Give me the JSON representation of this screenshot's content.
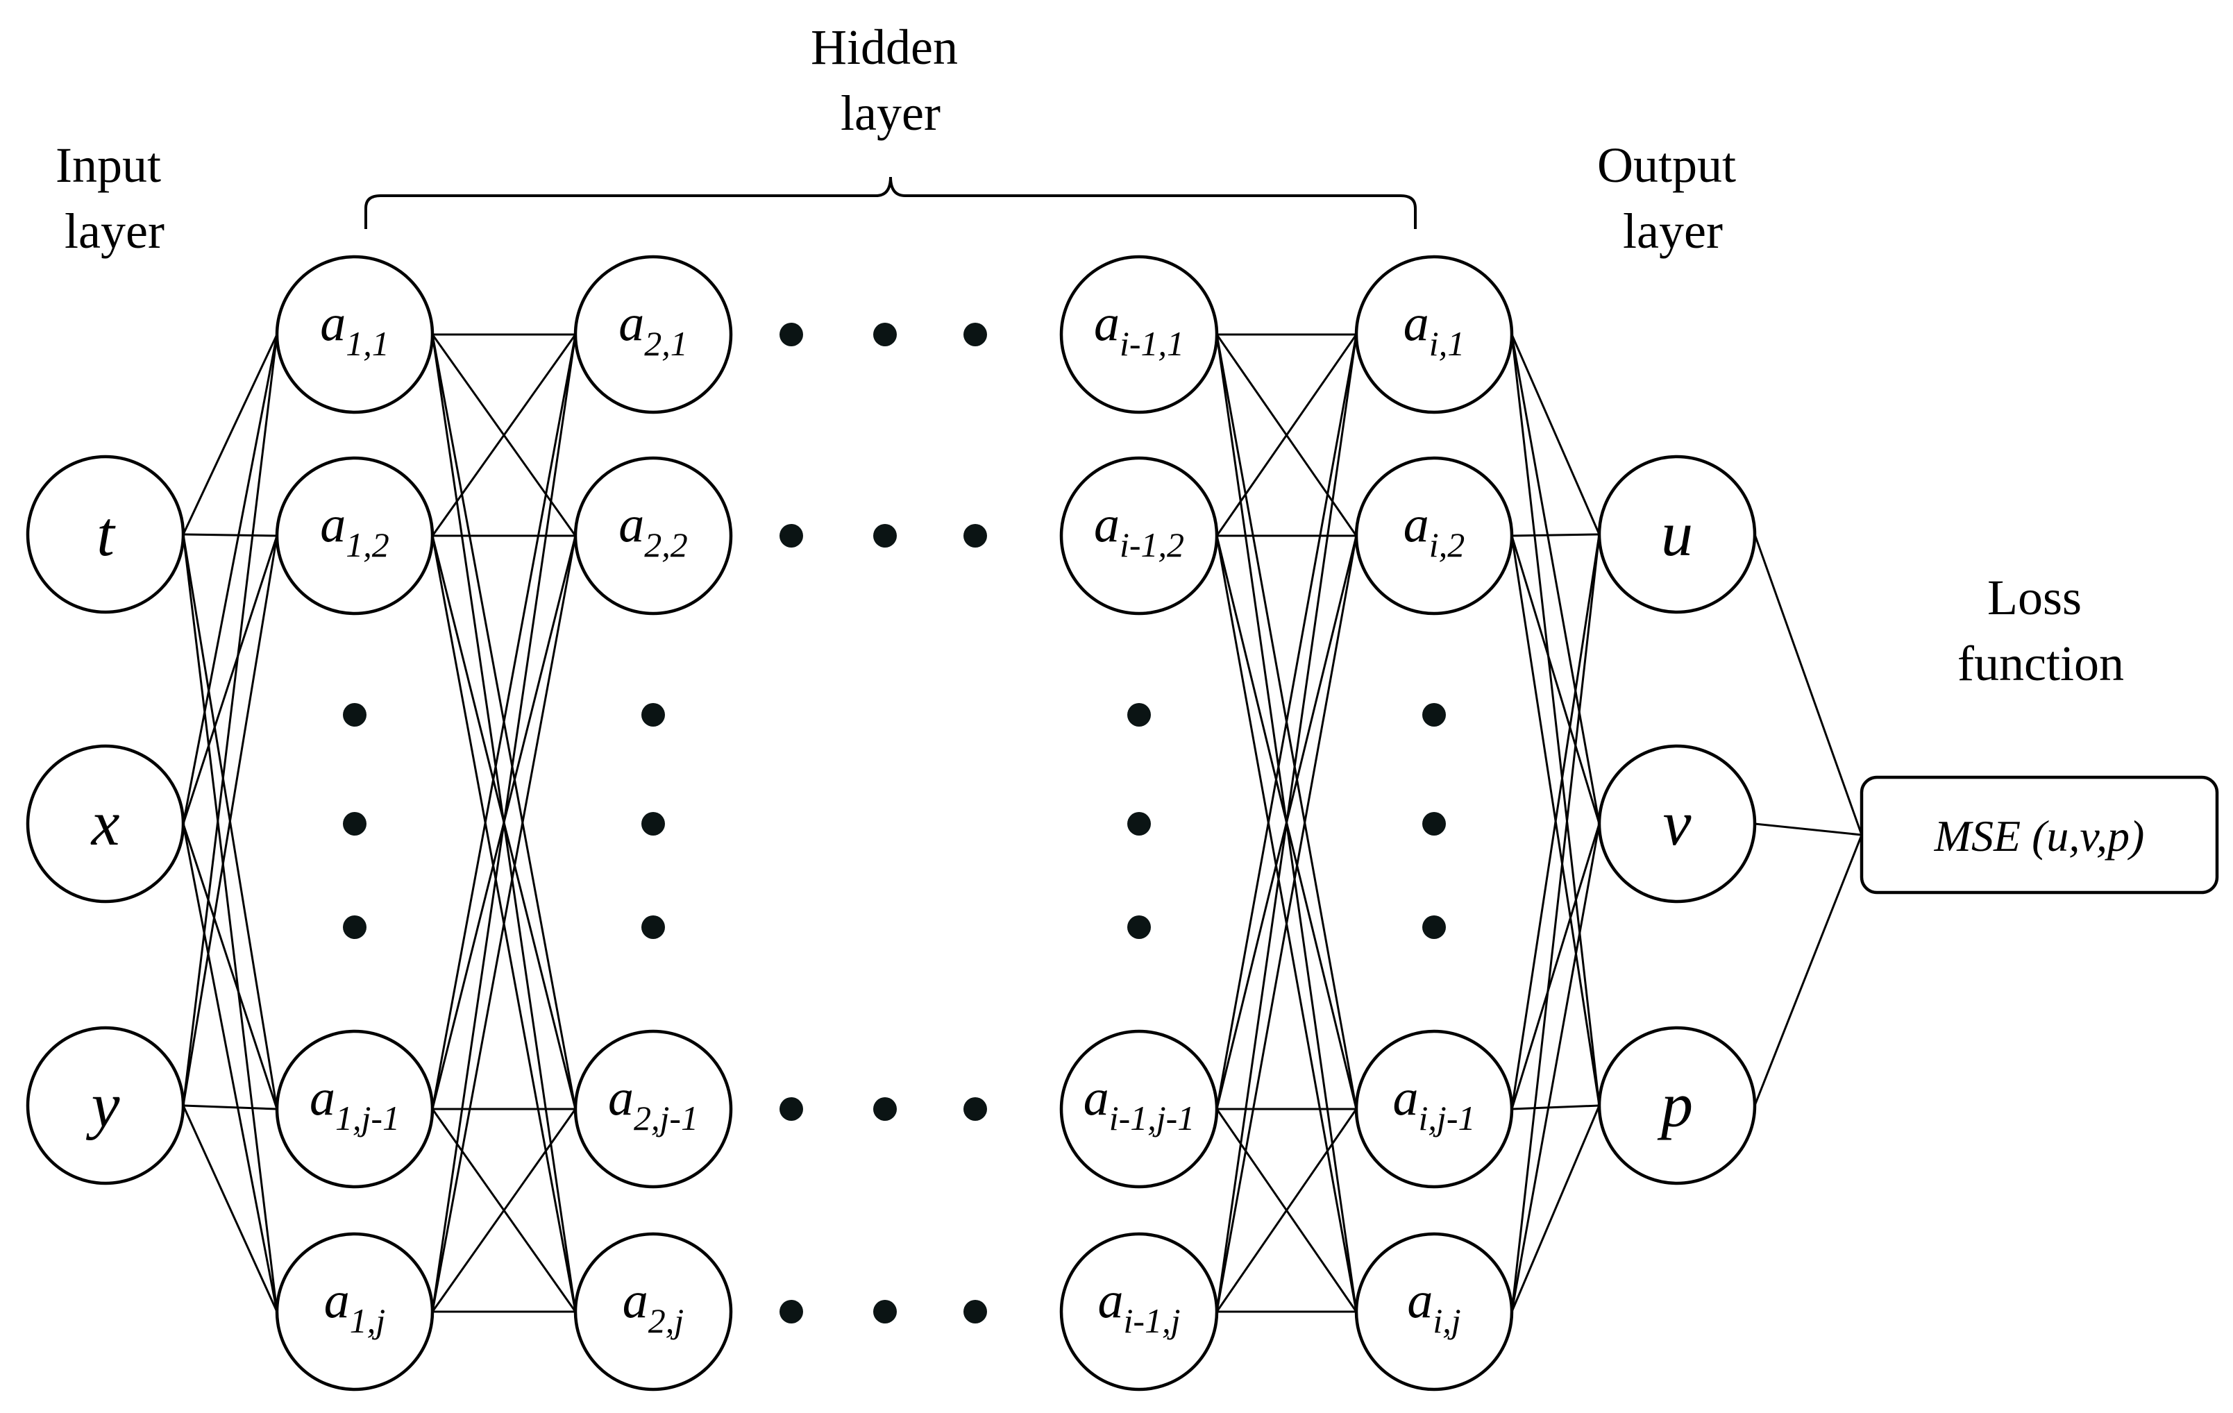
{
  "layers": {
    "input_label": [
      "Input",
      "layer"
    ],
    "hidden_label": [
      "Hidden",
      "layer"
    ],
    "output_label": [
      "Output",
      "layer"
    ],
    "loss_label": [
      "Loss",
      "function"
    ]
  },
  "input_nodes": [
    {
      "id": "t",
      "label": "t"
    },
    {
      "id": "x",
      "label": "x"
    },
    {
      "id": "y",
      "label": "y"
    }
  ],
  "hidden_columns": [
    {
      "id": "h1",
      "nodes": [
        {
          "base": "a",
          "sub": "1,1"
        },
        {
          "base": "a",
          "sub": "1,2"
        },
        {
          "base": "a",
          "sub": "1,j-1"
        },
        {
          "base": "a",
          "sub": "1,j"
        }
      ]
    },
    {
      "id": "h2",
      "nodes": [
        {
          "base": "a",
          "sub": "2,1"
        },
        {
          "base": "a",
          "sub": "2,2"
        },
        {
          "base": "a",
          "sub": "2,j-1"
        },
        {
          "base": "a",
          "sub": "2,j"
        }
      ]
    },
    {
      "id": "h3",
      "nodes": [
        {
          "base": "a",
          "sub": "i-1,1"
        },
        {
          "base": "a",
          "sub": "i-1,2"
        },
        {
          "base": "a",
          "sub": "i-1,j-1"
        },
        {
          "base": "a",
          "sub": "i-1,j"
        }
      ]
    },
    {
      "id": "h4",
      "nodes": [
        {
          "base": "a",
          "sub": "i,1"
        },
        {
          "base": "a",
          "sub": "i,2"
        },
        {
          "base": "a",
          "sub": "i,j-1"
        },
        {
          "base": "a",
          "sub": "i,j"
        }
      ]
    }
  ],
  "output_nodes": [
    {
      "id": "u",
      "label": "u"
    },
    {
      "id": "v",
      "label": "v"
    },
    {
      "id": "p",
      "label": "p"
    }
  ],
  "loss_box": {
    "label": "MSE",
    "args": "(u,v,p)"
  }
}
